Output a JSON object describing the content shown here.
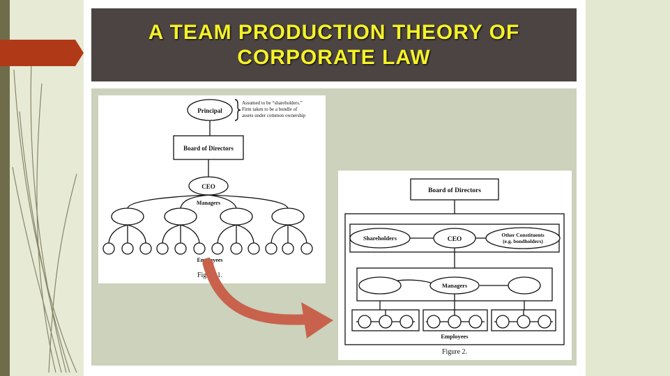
{
  "slide": {
    "title_line1": "A TEAM PRODUCTION THEORY OF",
    "title_line2": "CORPORATE LAW"
  },
  "colors": {
    "title_bg": "#4c4442",
    "title_text": "#f5f227",
    "arrow": "#c8624d",
    "content_bg": "#ccd2bb",
    "left_marker": "#b03a18"
  },
  "figure1": {
    "principal": "Principal",
    "note_line1": "Assumed to be “shareholders.”",
    "note_line2": "Firm taken to be a bundle of",
    "note_line3": "assets under common ownership",
    "board": "Board of Directors",
    "ceo": "CEO",
    "managers": "Managers",
    "employees": "Employees",
    "caption": "Figure 1."
  },
  "figure2": {
    "board": "Board of Directors",
    "shareholders": "Shareholders",
    "ceo": "CEO",
    "other_line1": "Other Constituents",
    "other_line2": "(e.g. bondholders)",
    "managers": "Managers",
    "employees": "Employees",
    "caption": "Figure 2."
  }
}
